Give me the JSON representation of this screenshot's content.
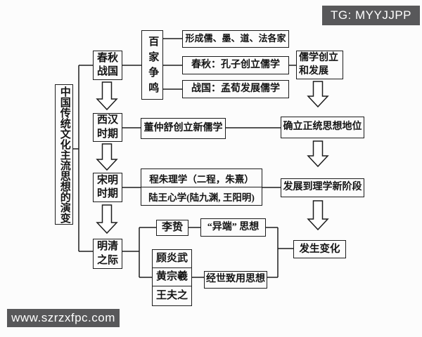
{
  "badges": {
    "tg": "TG: MYYJJPP",
    "site": "www.szrzxfpc.com"
  },
  "colors": {
    "badge_bg": "#58585a",
    "badge_text": "#ffffff",
    "line": "#1c1c1c",
    "background": "#fcfcfc"
  },
  "diagram": {
    "title": "中国传统文化主流思想的演变",
    "nodes": {
      "baijia": "百家争鸣",
      "chunqiu_zhanguo": "春秋战国",
      "xihan": "西汉时期",
      "songming": "宋明时期",
      "mingqing": "明清之际",
      "forming_schools": "形成儒、墨、道、法各家",
      "kongzi": "春秋：孔子创立儒学",
      "mengxun": "战国：孟荀发展儒学",
      "ruxue_found": "儒学创立和发展",
      "dongzhongshu": "董仲舒创立新儒学",
      "zhengtong": "确立正统思想地位",
      "chengzhu": "程朱理学（二程，朱熹）",
      "luwang": "陆王心学(陆九渊, 王阳明)",
      "lixue_new": "发展到理学新阶段",
      "lizhi": "李贽",
      "yiduan": "“异端” 思想",
      "guyanwu": "顾炎武",
      "huangzongxi": "黄宗羲",
      "wangfuzhi": "王夫之",
      "jingshi": "经世致用思想",
      "bianhua": "发生变化"
    }
  }
}
